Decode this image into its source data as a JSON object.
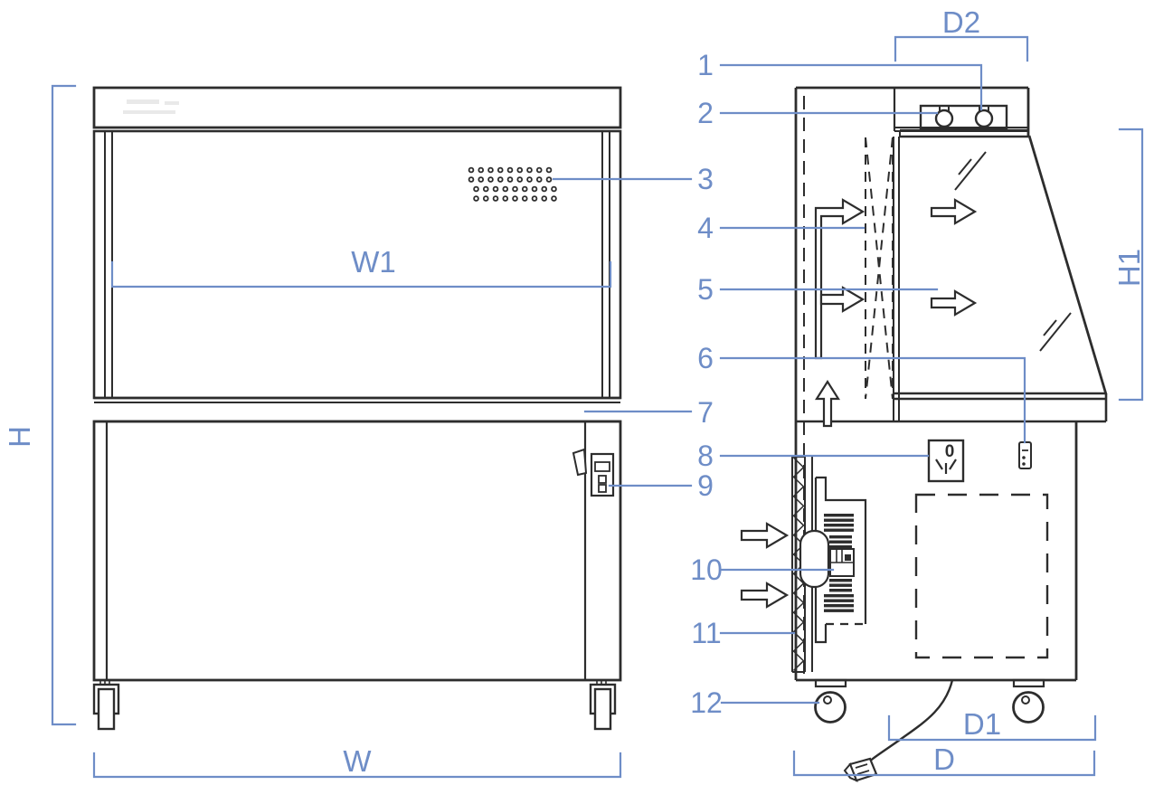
{
  "colors": {
    "line": "#2d2d2d",
    "dimension": "#6e8dc7",
    "background": "#ffffff"
  },
  "dimensions": {
    "H": "H",
    "W": "W",
    "W1": "W1",
    "H1": "H1",
    "D": "D",
    "D1": "D1",
    "D2": "D2"
  },
  "callouts": [
    {
      "number": "1"
    },
    {
      "number": "2"
    },
    {
      "number": "3"
    },
    {
      "number": "4"
    },
    {
      "number": "5"
    },
    {
      "number": "6"
    },
    {
      "number": "7"
    },
    {
      "number": "8"
    },
    {
      "number": "9"
    },
    {
      "number": "10"
    },
    {
      "number": "11"
    },
    {
      "number": "12"
    }
  ],
  "side_view": {
    "socket_label": "0"
  }
}
